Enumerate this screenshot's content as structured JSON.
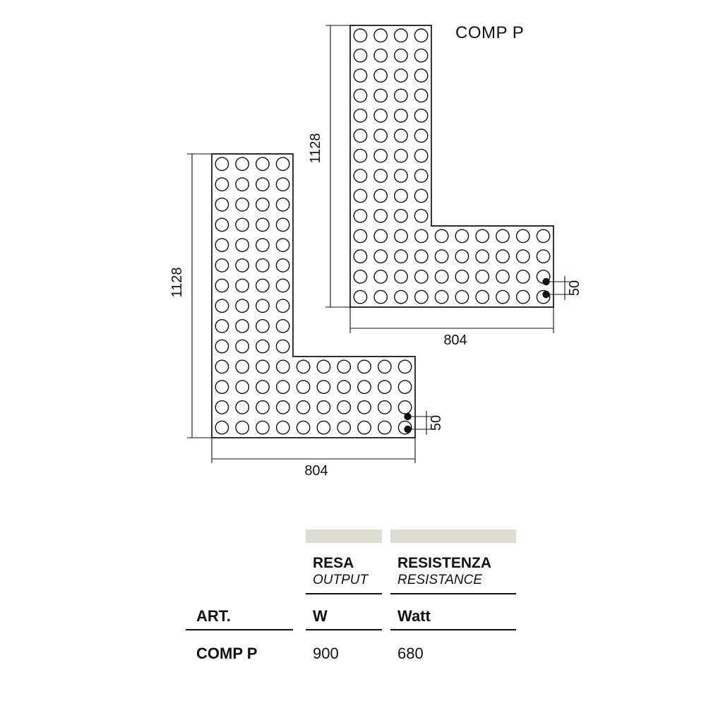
{
  "diagram": {
    "title": "COMP P",
    "dim_height": "1128",
    "dim_width": "804",
    "dim_spacing": "50"
  },
  "table": {
    "art_header": "ART.",
    "columns": [
      {
        "title": "RESA",
        "subtitle": "OUTPUT",
        "unit": "W"
      },
      {
        "title": "RESISTENZA",
        "subtitle": "RESISTANCE",
        "unit": "Watt"
      }
    ],
    "rows": [
      {
        "art": "COMP P",
        "resa": "900",
        "resistenza": "680"
      }
    ]
  },
  "colors": {
    "header_bar": "#dcdcd2"
  }
}
